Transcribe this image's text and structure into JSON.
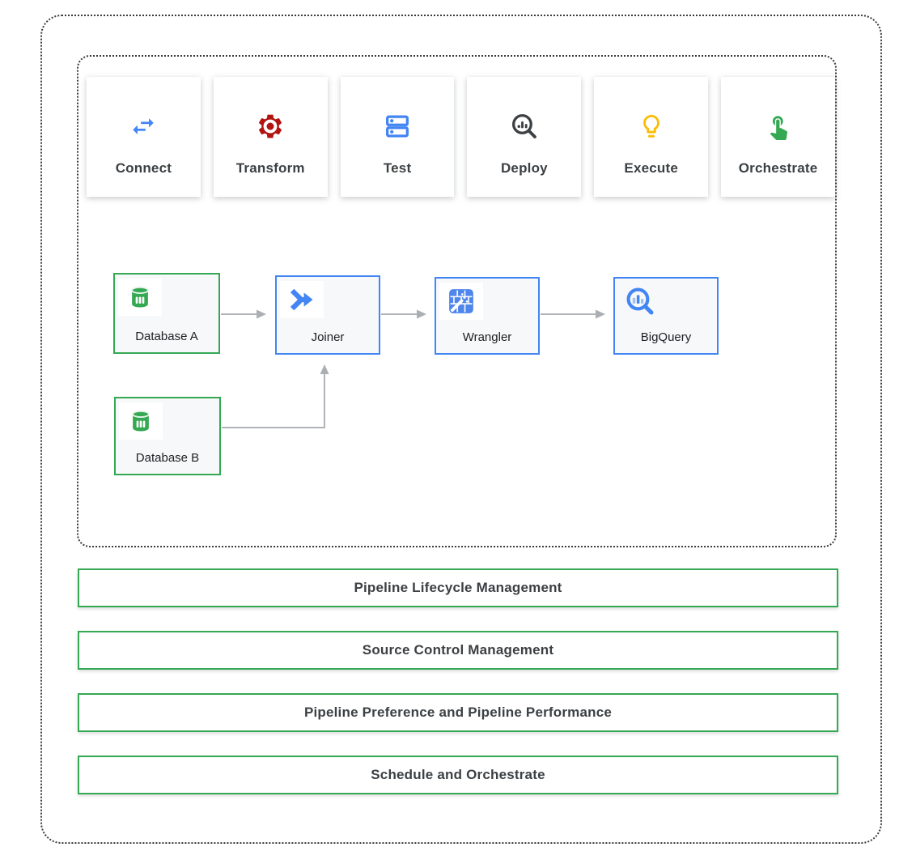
{
  "stages": [
    {
      "label": "Connect",
      "icon": "swap-arrows-icon",
      "color": "#4285f4"
    },
    {
      "label": "Transform",
      "icon": "gear-icon",
      "color": "#b31412"
    },
    {
      "label": "Test",
      "icon": "stacked-servers-icon",
      "color": "#4285f4"
    },
    {
      "label": "Deploy",
      "icon": "magnifier-chart-icon",
      "color": "#3c4043"
    },
    {
      "label": "Execute",
      "icon": "lightbulb-icon",
      "color": "#fbbc04"
    },
    {
      "label": "Orchestrate",
      "icon": "touch-hand-icon",
      "color": "#34a853"
    }
  ],
  "pipeline": {
    "nodes": [
      {
        "label": "Database A",
        "icon": "database-icon",
        "accent": "#34a853"
      },
      {
        "label": "Database B",
        "icon": "database-icon",
        "accent": "#34a853"
      },
      {
        "label": "Joiner",
        "icon": "merge-arrows-icon",
        "accent": "#4285f4"
      },
      {
        "label": "Wrangler",
        "icon": "grid-wand-icon",
        "accent": "#4285f4"
      },
      {
        "label": "BigQuery",
        "icon": "bigquery-magnifier-icon",
        "accent": "#4285f4"
      }
    ],
    "edges": [
      {
        "from": "Database A",
        "to": "Joiner"
      },
      {
        "from": "Joiner",
        "to": "Wrangler"
      },
      {
        "from": "Wrangler",
        "to": "BigQuery"
      },
      {
        "from": "Database B",
        "to": "Joiner"
      }
    ],
    "edge_color": "#b0b3b8"
  },
  "bands": [
    {
      "label": "Pipeline Lifecycle Management"
    },
    {
      "label": "Source Control Management"
    },
    {
      "label": "Pipeline Preference and Pipeline Performance"
    },
    {
      "label": "Schedule and Orchestrate"
    }
  ],
  "colors": {
    "green": "#34a853",
    "blue": "#4285f4",
    "red": "#b31412",
    "yellow": "#fbbc04",
    "dark_text": "#3c4043",
    "dotted_border": "#3a3a3a"
  }
}
